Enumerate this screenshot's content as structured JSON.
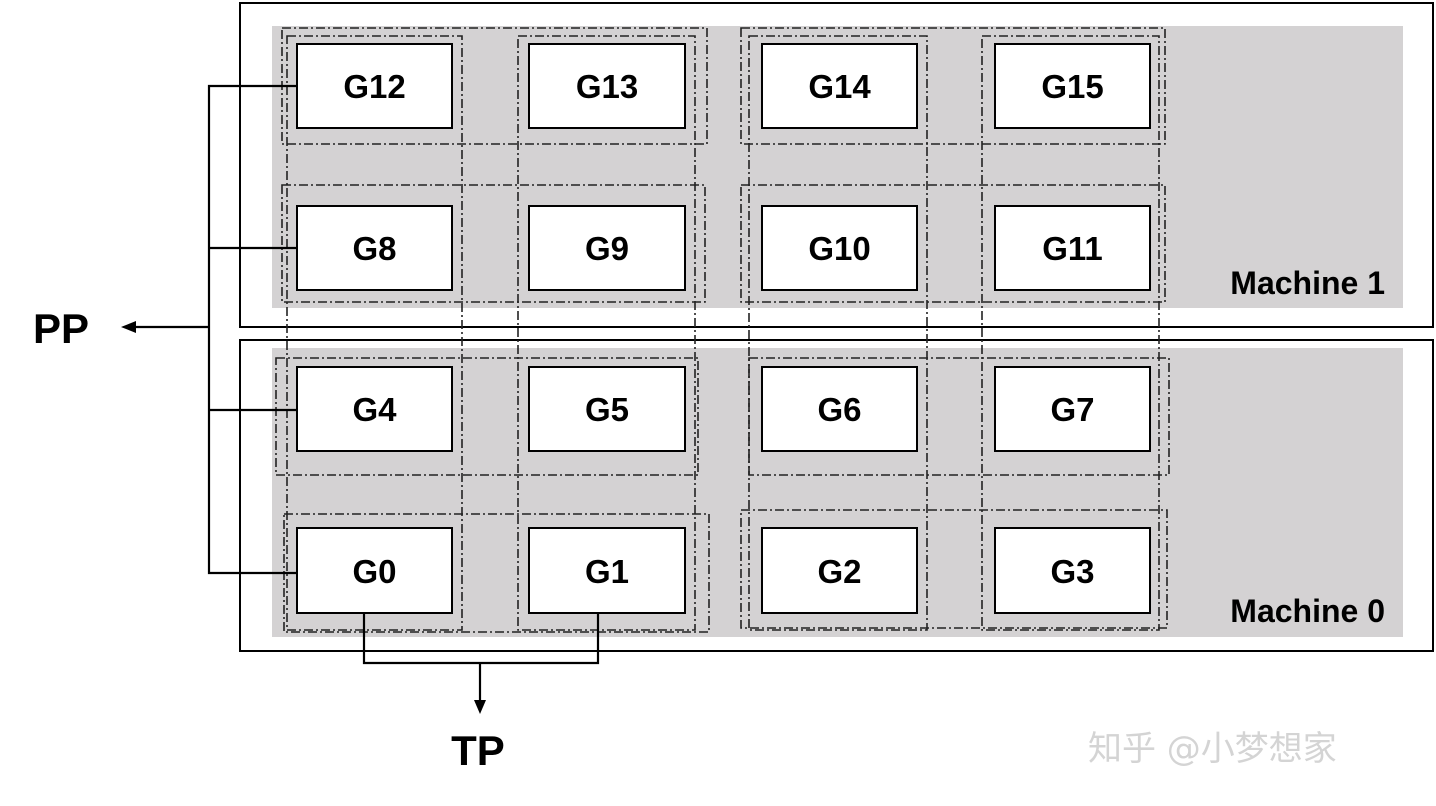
{
  "machines": [
    {
      "id": "m1",
      "label": "Machine 1",
      "gpus": [
        "G12",
        "G13",
        "G14",
        "G15",
        "G8",
        "G9",
        "G10",
        "G11"
      ]
    },
    {
      "id": "m0",
      "label": "Machine 0",
      "gpus": [
        "G4",
        "G5",
        "G6",
        "G7",
        "G0",
        "G1",
        "G2",
        "G3"
      ]
    }
  ],
  "axes": {
    "pp_label": "PP",
    "tp_label": "TP"
  },
  "watermark": "知乎 @小梦想家",
  "colors": {
    "panel_fill": "#d4d2d3",
    "gpu_fill": "#ffffff",
    "stroke": "#000000"
  }
}
